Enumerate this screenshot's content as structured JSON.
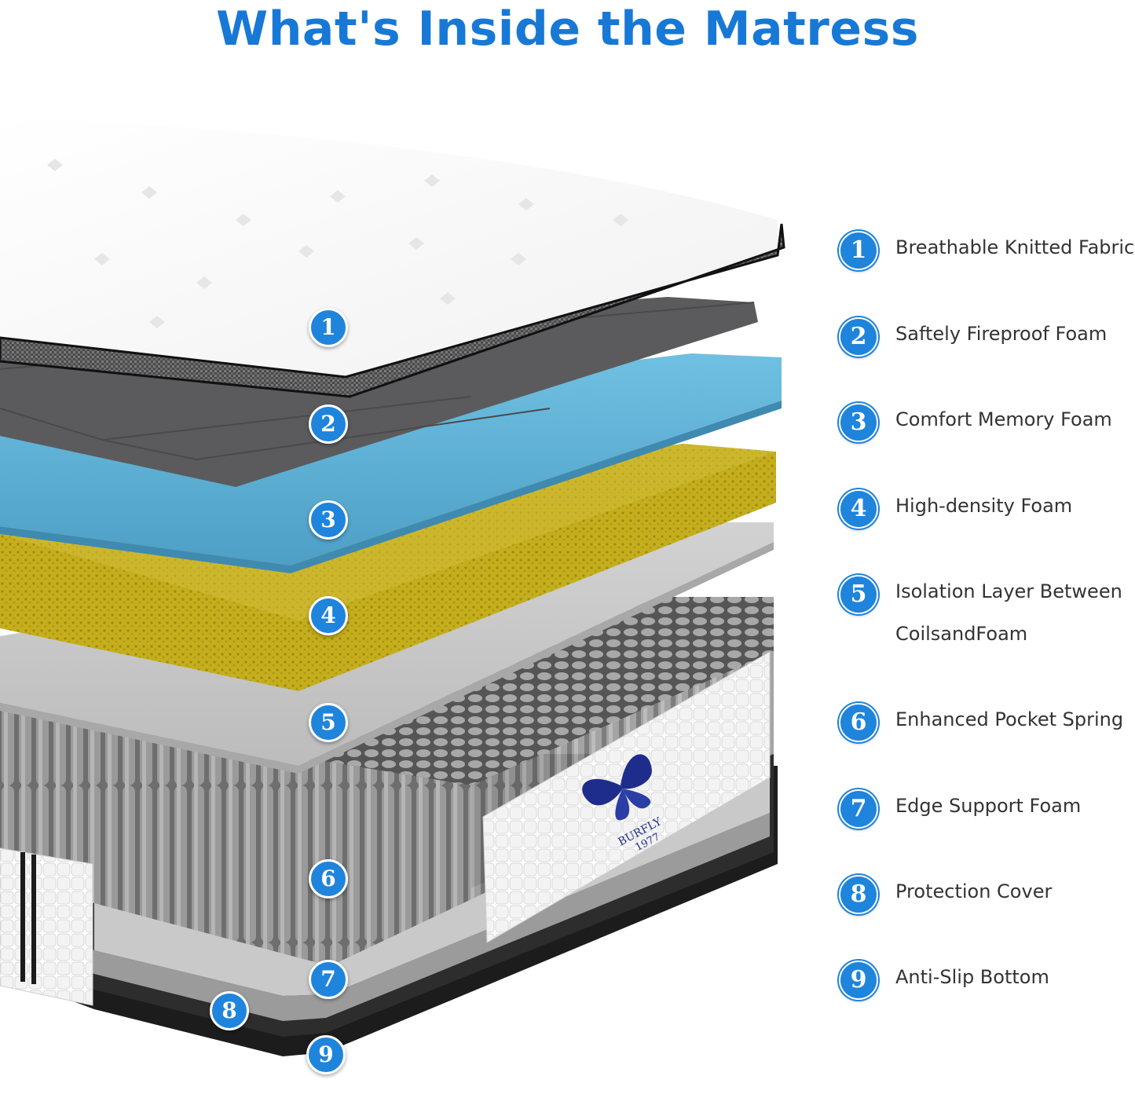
{
  "title": "What's Inside the Matress",
  "brand": {
    "name": "BURFLY",
    "year": "1977"
  },
  "colors": {
    "accent": "#1f84dc",
    "title": "#1878d6",
    "knit_top": "#ffffff",
    "fireproof_foam": "#5a5a5c",
    "memory_foam": "#5fb0d4",
    "high_density_foam": "#c9b51e",
    "isolation_layer": "#c8c8c8",
    "pocket_spring": "#8a8a8a"
  },
  "layers": [
    {
      "number": "1",
      "label": "Breathable Knitted Fabric"
    },
    {
      "number": "2",
      "label": "Saftely Fireproof Foam"
    },
    {
      "number": "3",
      "label": "Comfort Memory Foam"
    },
    {
      "number": "4",
      "label": "High-density Foam"
    },
    {
      "number": "5",
      "label": "Isolation Layer Between CoilsandFoam"
    },
    {
      "number": "6",
      "label": "Enhanced Pocket Spring"
    },
    {
      "number": "7",
      "label": "Edge Support Foam"
    },
    {
      "number": "8",
      "label": "Protection Cover"
    },
    {
      "number": "9",
      "label": "Anti-Slip Bottom"
    }
  ]
}
